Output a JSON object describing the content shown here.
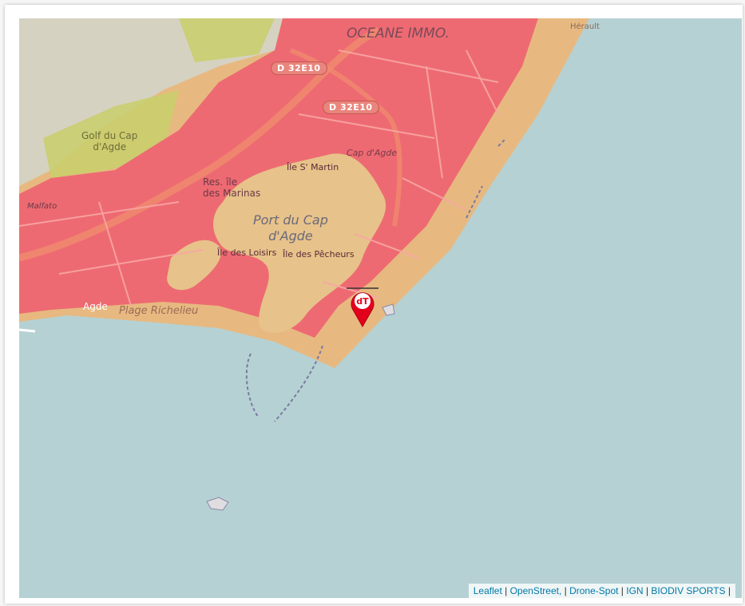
{
  "map": {
    "labels": {
      "oceane": "OCEANE IMMO.",
      "road1": "D 32E10",
      "road2": "D 32E10",
      "golf_line1": "Golf du Cap",
      "golf_line2": "d'Agde",
      "cap_agde": "Cap d'Agde",
      "ile_st_martin": "Île S' Martin",
      "res_ile_line1": "Res. île",
      "res_ile_line2": "des Marinas",
      "malfato": "Malfato",
      "port_line1": "Port du Cap",
      "port_line2": "d'Agde",
      "ile_loisirs": "Île des Loisirs",
      "ile_pecheurs": "Île des Pêcheurs",
      "agde": "Agde",
      "plage": "Plage Richelieu",
      "herault": "Hérault"
    },
    "marker": {
      "text": "dT",
      "color": "#e3001b"
    },
    "colors": {
      "sea": "#b5d1d3",
      "restricted_zone": "#ee6a72",
      "buffer_zone": "#e7b980",
      "land": "#d3d3c5",
      "green": "#cdd36a"
    }
  },
  "attribution": {
    "leaflet": "Leaflet",
    "openstreet": "OpenStreet,",
    "dronespot": "Drone-Spot",
    "ign": "IGN",
    "biodiv": "BIODIV SPORTS",
    "separator": " | ",
    "trailing": " |"
  }
}
